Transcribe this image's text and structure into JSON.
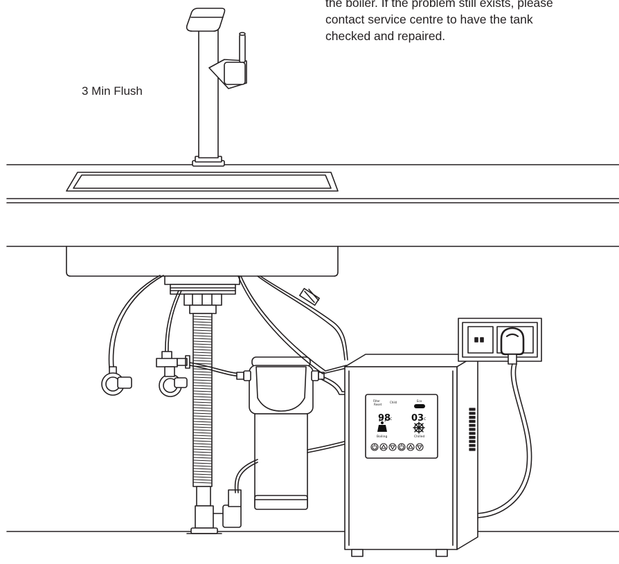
{
  "labels": {
    "flush": "3 Min Flush",
    "note_lines": [
      "the boiler. If the problem still exists, please",
      "contact service centre to have the tank",
      "checked and repaired."
    ]
  },
  "display": {
    "top_left_a": "Filter",
    "top_left_b": "Reset",
    "top_mid": "Child",
    "top_right": "Eco",
    "boiling_temp": "98",
    "chilled_temp": "03",
    "unit": "c",
    "boiling_label": "Boiling",
    "chilled_label": "Chilled"
  },
  "colors": {
    "line": "#231f20",
    "panel": "#ffffff"
  }
}
